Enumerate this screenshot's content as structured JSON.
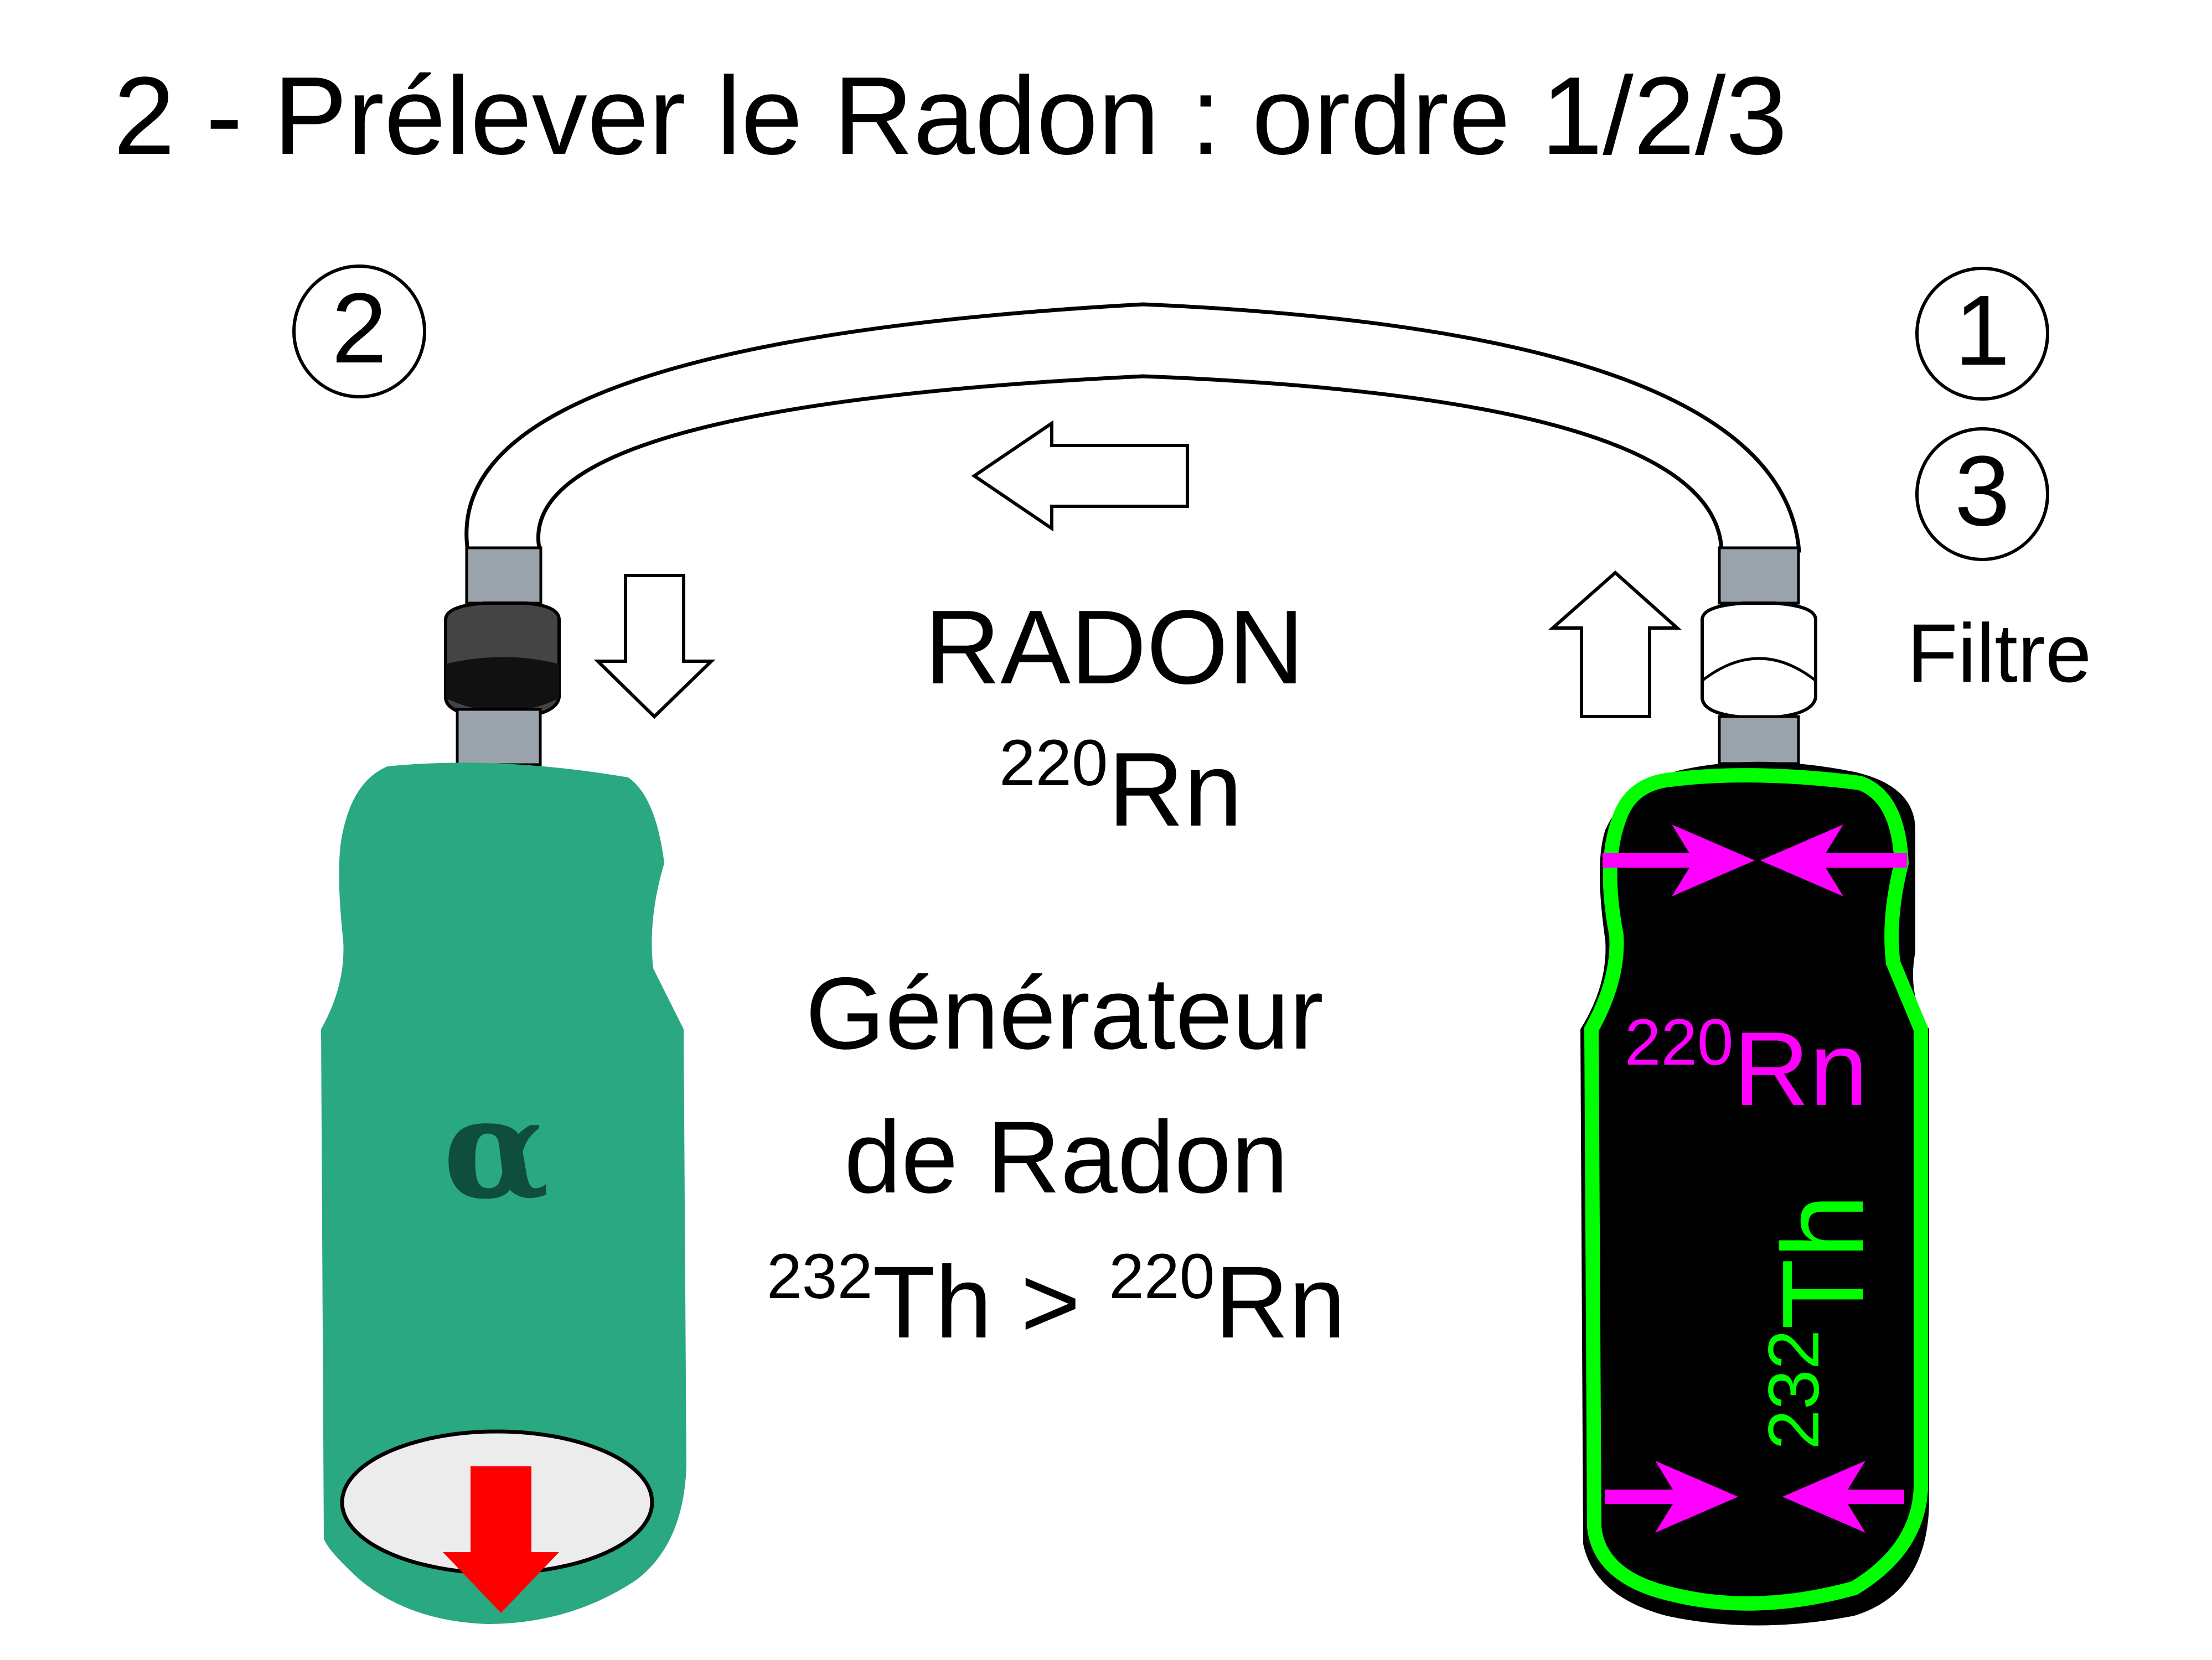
{
  "title": "2 - Prélever le Radon : ordre 1/2/3",
  "steps": {
    "one": "1",
    "two": "2",
    "three": "3"
  },
  "filter_label": "Filtre",
  "radon": {
    "word": "RADON",
    "isotope_mass": "220",
    "isotope_symbol": "Rn"
  },
  "generator": {
    "line1": "Générateur",
    "line2": "de Radon",
    "parent_mass": "232",
    "parent_symbol": "Th",
    "arrow": ">",
    "daughter_mass": "220",
    "daughter_symbol": "Rn"
  },
  "detector_symbol": "α",
  "inner_rn": {
    "mass": "220",
    "symbol": "Rn"
  },
  "inner_th": {
    "mass": "232",
    "symbol": "Th"
  },
  "colors": {
    "detector_green": "#2aa882",
    "generator_black": "#000000",
    "thorium_green": "#00ff00",
    "radon_magenta": "#ff00ff",
    "valve_gray": "#9aa3ab",
    "drain_red": "#ff0000"
  }
}
